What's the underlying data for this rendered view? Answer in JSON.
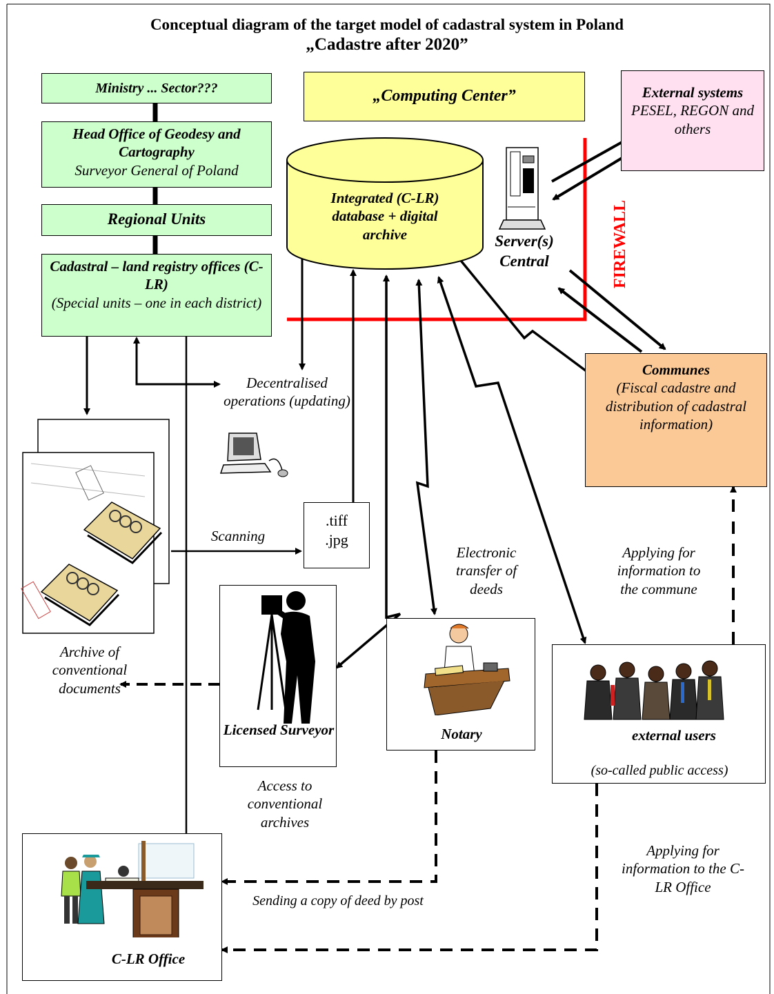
{
  "title": {
    "line1": "Conceptual diagram of the target model of cadastral system in Poland",
    "line2": "„Cadastre after 2020”"
  },
  "hierarchy": {
    "ministry": "Ministry ... Sector???",
    "head_office_bold": "Head Office of Geodesy and Cartography",
    "head_office_sub": "Surveyor General of Poland",
    "regional": "Regional Units",
    "clr_bold": "Cadastral – land registry offices (C-LR)",
    "clr_sub": "(Special units – one in each district)"
  },
  "computing_center": "„Computing Center”",
  "database": "Integrated (C-LR) database + digital archive",
  "server": {
    "line1": "Server(s)",
    "line2": "Central"
  },
  "external_systems": {
    "bold": "External systems",
    "sub": "PESEL, REGON and others"
  },
  "firewall": "FIREWALL",
  "decentralised": "Decentralised operations (updating)",
  "communes": {
    "bold": "Communes",
    "sub": "(Fiscal cadastre and distribution of cadastral information)"
  },
  "scanning": "Scanning",
  "file_formats": {
    "line1": ".tiff",
    "line2": ".jpg"
  },
  "electronic_transfer": "Electronic transfer of deeds",
  "applying_commune": "Applying for information to the commune",
  "archive_label": "Archive of conventional documents",
  "surveyor": "Licensed Surveyor",
  "notary": "Notary",
  "external_users": "external users",
  "public_access": "(so-called public access)",
  "access_archives": "Access to conventional archives",
  "applying_clr": "Applying for information to the C-LR Office",
  "sending_copy": "Sending a copy of deed by post",
  "clr_office": "C-LR Office",
  "colors": {
    "green": "#ccffcc",
    "yellow": "#ffff99",
    "pink": "#ffe0f0",
    "orange": "#fbc995",
    "firewall": "#ff0000"
  }
}
